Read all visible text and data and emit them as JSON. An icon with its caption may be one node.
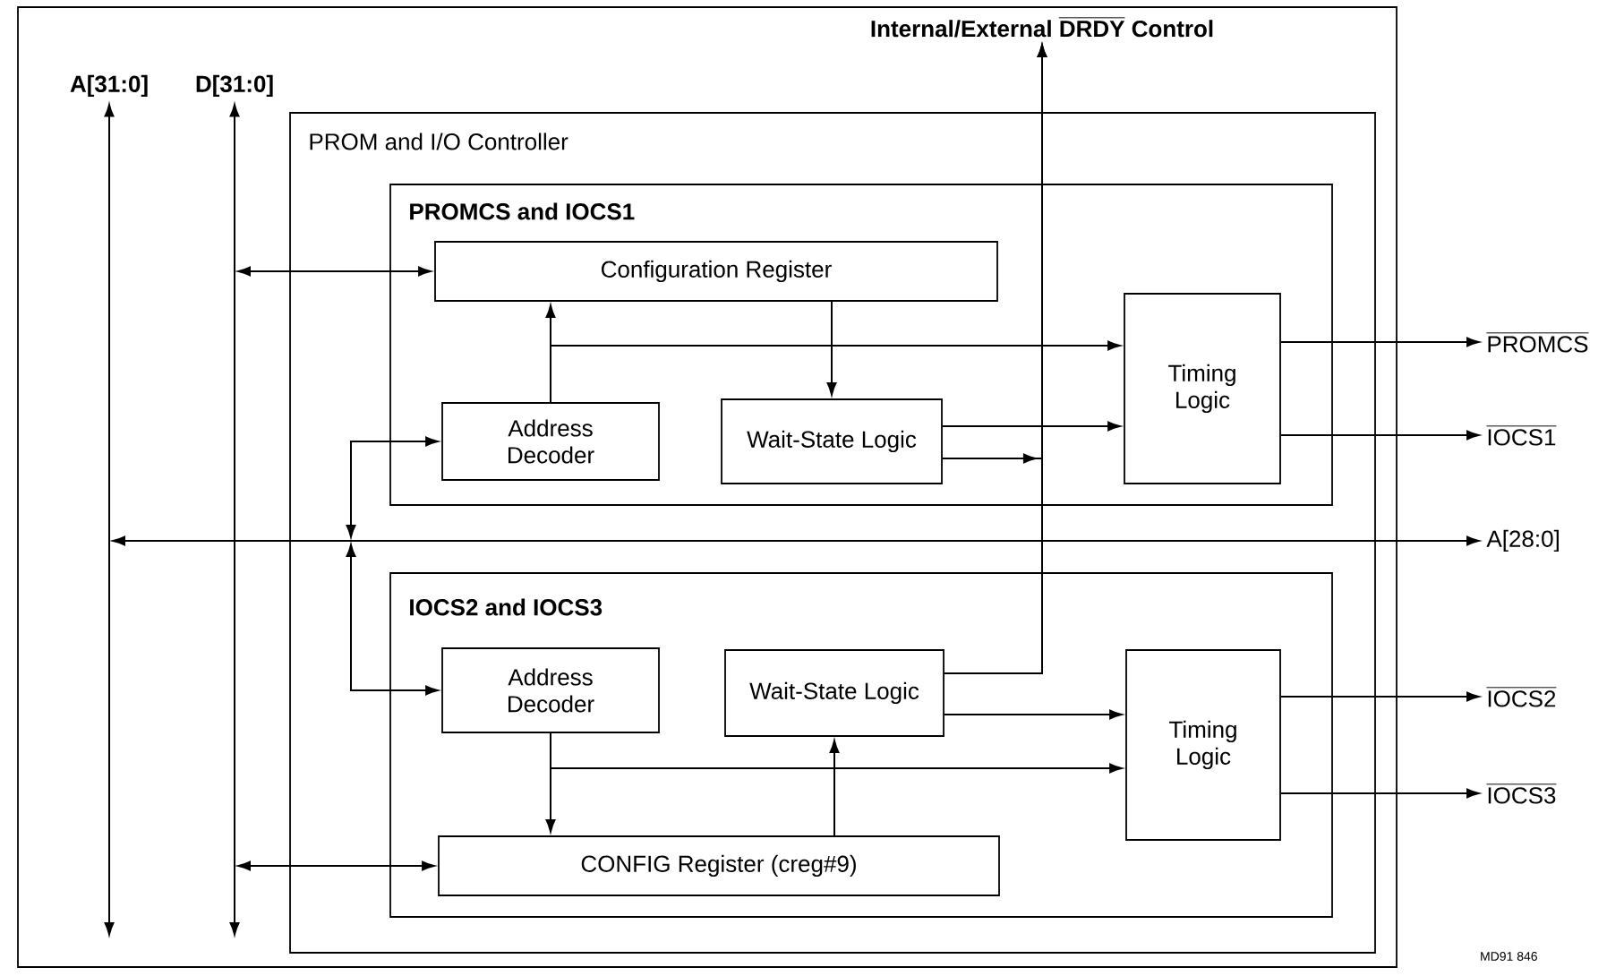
{
  "diagram": {
    "nodes": [
      {
        "text": [],
        "shape": "box"
      },
      {
        "text": [
          "PROM and I/O Controller"
        ],
        "in": 0
      },
      {
        "text": [
          "PROMCS and IOCS1"
        ],
        "in": 1
      },
      {
        "text": [
          "Configuration Register"
        ],
        "in": 2
      },
      {
        "text": [
          "Address Decoder"
        ],
        "in": 2
      },
      {
        "text": [
          "Wait-State Logic"
        ],
        "in": 2
      },
      {
        "text": [
          "Timing Logic"
        ],
        "in": 2
      },
      {
        "text": [
          "IOCS2 and IOCS3"
        ],
        "in": 1
      },
      {
        "text": [
          "Address Decoder"
        ],
        "in": 7
      },
      {
        "text": [
          "Wait-State Logic"
        ],
        "in": 7
      },
      {
        "text": [
          "Timing Logic"
        ],
        "in": 7
      },
      {
        "text": [
          "CONFIG Register (creg#9)"
        ],
        "in": 7
      },
      {
        "text": [
          "A[31:0]"
        ],
        "in": 0
      },
      {
        "text": [
          "D[31:0]"
        ],
        "in": 0
      },
      {
        "text": [
          "\\text{Internal/External }\\overline{\\text{DRDY}}\\text{ Control}"
        ],
        "in": 0
      },
      {
        "text": [
          "PROMCS"
        ]
      },
      {
        "text": [
          "IOCS1"
        ]
      },
      {
        "text": [
          "A[28:0]"
        ]
      },
      {
        "text": [
          "IOCS2"
        ]
      },
      {
        "text": [
          "IOCS3"
        ]
      }
    ],
    "edges": [
      {
        "from": null,
        "to": 12,
        "arrow": "both"
      },
      {
        "from": null,
        "to": 13,
        "arrow": "both"
      },
      {
        "from": null,
        "to": 3,
        "arrow": "both"
      },
      {
        "from": null,
        "to": 11,
        "arrow": "both"
      },
      {
        "from": null,
        "to": 17,
        "arrow": "both"
      },
      {
        "from": null,
        "to": 4,
        "arrow": "both"
      },
      {
        "from": null,
        "to": 8,
        "arrow": "both"
      },
      {
        "from": 4,
        "to": 3,
        "arrow": "to"
      },
      {
        "from": 4,
        "to": 6,
        "arrow": "to"
      },
      {
        "from": 3,
        "to": 5,
        "arrow": "to"
      },
      {
        "from": 5,
        "to": 6,
        "arrow": "to"
      },
      {
        "from": 5,
        "to": 14,
        "arrow": "to"
      },
      {
        "from": 9,
        "to": 14,
        "arrow": "to"
      },
      {
        "from": 6,
        "to": 15,
        "arrow": "to"
      },
      {
        "from": 6,
        "to": 16,
        "arrow": "to"
      },
      {
        "from": 8,
        "to": 11,
        "arrow": "to"
      },
      {
        "from": 8,
        "to": 10,
        "arrow": "to"
      },
      {
        "from": 11,
        "to": 9,
        "arrow": "to"
      },
      {
        "from": 9,
        "to": 10,
        "arrow": "to"
      },
      {
        "from": 10,
        "to": 18,
        "arrow": "to"
      },
      {
        "from": 10,
        "to": 19,
        "arrow": "to"
      }
    ],
    "labels": [
      "MD91 846"
    ]
  }
}
